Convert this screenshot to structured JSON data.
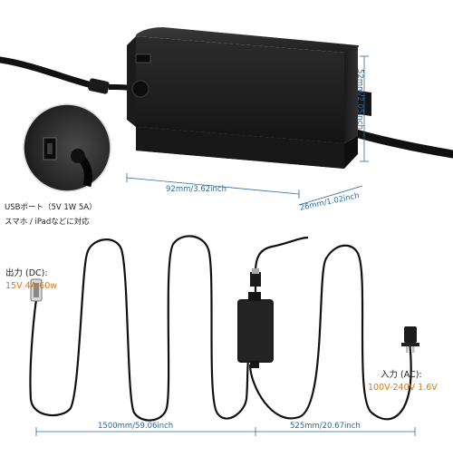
{
  "usb_port": {
    "line1": "USBポート（5V 1W 5A）",
    "line2": "スマホ / iPadなどに対応"
  },
  "dimensions": {
    "length": "92mm/3.62inch",
    "depth": "26mm/1.02inch",
    "height": "52mm/2.05inch",
    "cable_dc": "1500mm/59.06inch",
    "cable_ac": "525mm/20.67inch"
  },
  "output": {
    "label": "出力 (DC):",
    "value": "15V 4A 60w"
  },
  "input": {
    "label": "入力 (AC):",
    "value": "100V-240V 1.6V"
  },
  "colors": {
    "dimension_text": "#2a6aa6",
    "output_value": "#e07800",
    "adapter_body": "#2b2b2b",
    "cable": "#111111"
  }
}
